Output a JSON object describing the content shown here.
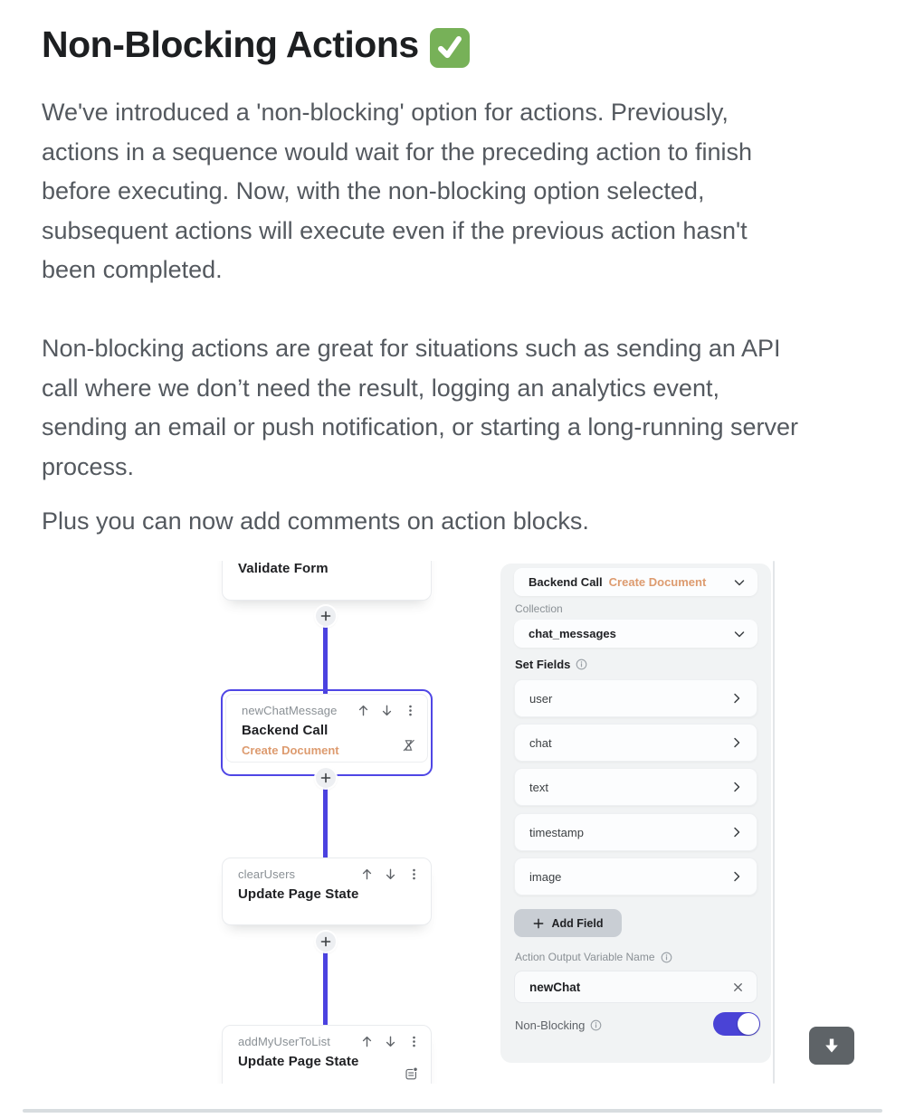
{
  "article": {
    "title": "Non-Blocking Actions",
    "title_emoji": "check-mark-button",
    "p1_lines": [
      "We've introduced a 'non-blocking' option for actions. Previously,",
      "actions in a sequence would wait for the preceding action to finish",
      "before executing. Now, with the non-blocking option selected,",
      "subsequent actions will execute even if the previous action hasn't",
      "been completed."
    ],
    "p2_lines": [
      "Non-blocking actions are great for situations such as sending an API",
      "call where we don’t need the result, logging an analytics event,",
      "sending an email or push notification, or starting a long-running server",
      "process."
    ],
    "p3": "Plus you can now add comments on action blocks."
  },
  "flow": {
    "validate_form_title": "Validate Form",
    "new_chat": {
      "label": "newChatMessage",
      "title": "Backend Call",
      "subtitle": "Create Document"
    },
    "clear_users": {
      "label": "clearUsers",
      "title": "Update Page State"
    },
    "add_user": {
      "label": "addMyUserToList",
      "title": "Update Page State"
    }
  },
  "panel": {
    "action_type": "Backend Call",
    "action_subtype": "Create Document",
    "collection_label": "Collection",
    "collection_value": "chat_messages",
    "set_fields_label": "Set Fields",
    "fields": [
      "user",
      "chat",
      "text",
      "timestamp",
      "image"
    ],
    "add_field_label": "Add Field",
    "output_label": "Action Output Variable Name",
    "output_value": "newChat",
    "non_blocking_label": "Non-Blocking",
    "non_blocking_on": true
  },
  "colors": {
    "accent_blue": "#4b42e0",
    "selection_outline": "#4f46e5",
    "action_subtype_orange": "#dd9b6f",
    "toggle_on": "#4a43d6",
    "body_text": "#54595f",
    "emoji_green": "#77b158",
    "panel_bg": "#f1f3f4"
  }
}
